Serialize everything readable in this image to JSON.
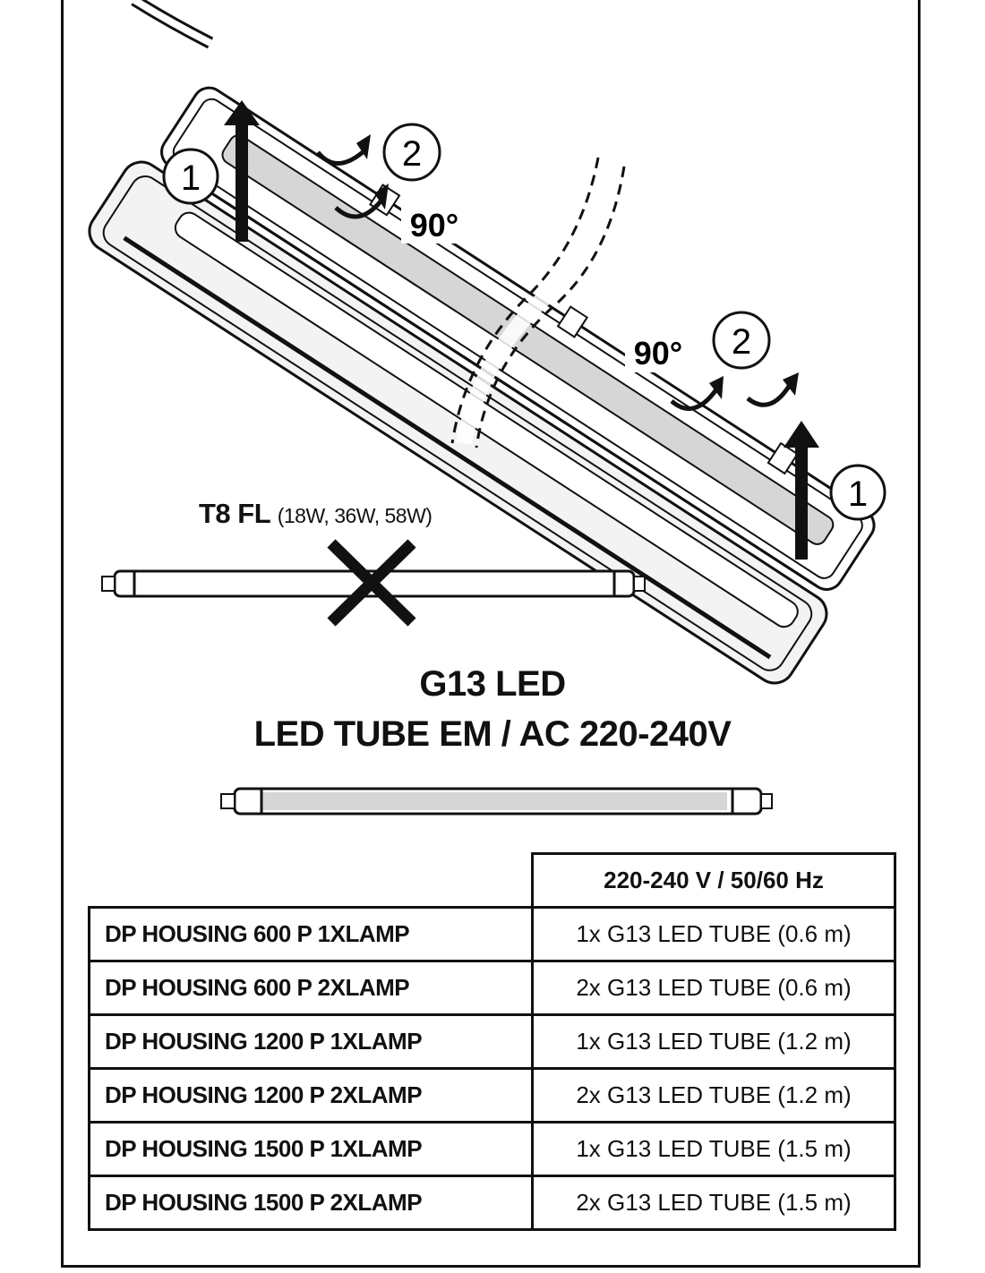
{
  "illustration": {
    "step1_label": "1",
    "step2_label": "2",
    "rotation_label": "90°"
  },
  "incompatible": {
    "name": "T8 FL",
    "wattages": "(18W, 36W, 58W)"
  },
  "compatible": {
    "title_line1": "G13 LED",
    "title_line2": "LED TUBE EM / AC 220-240V"
  },
  "table": {
    "header": "220-240 V  /  50/60 Hz",
    "rows": [
      {
        "model": "DP HOUSING 600 P 1XLAMP",
        "lamp": "1x G13 LED TUBE (0.6 m)"
      },
      {
        "model": "DP HOUSING 600 P 2XLAMP",
        "lamp": "2x G13 LED TUBE (0.6 m)"
      },
      {
        "model": "DP HOUSING 1200 P 1XLAMP",
        "lamp": "1x G13 LED TUBE (1.2 m)"
      },
      {
        "model": "DP HOUSING 1200 P 2XLAMP",
        "lamp": "2x G13 LED TUBE (1.2 m)"
      },
      {
        "model": "DP HOUSING 1500 P 1XLAMP",
        "lamp": "1x G13 LED TUBE (1.5 m)"
      },
      {
        "model": "DP HOUSING 1500 P 2XLAMP",
        "lamp": "2x G13 LED TUBE (1.5 m)"
      }
    ]
  }
}
